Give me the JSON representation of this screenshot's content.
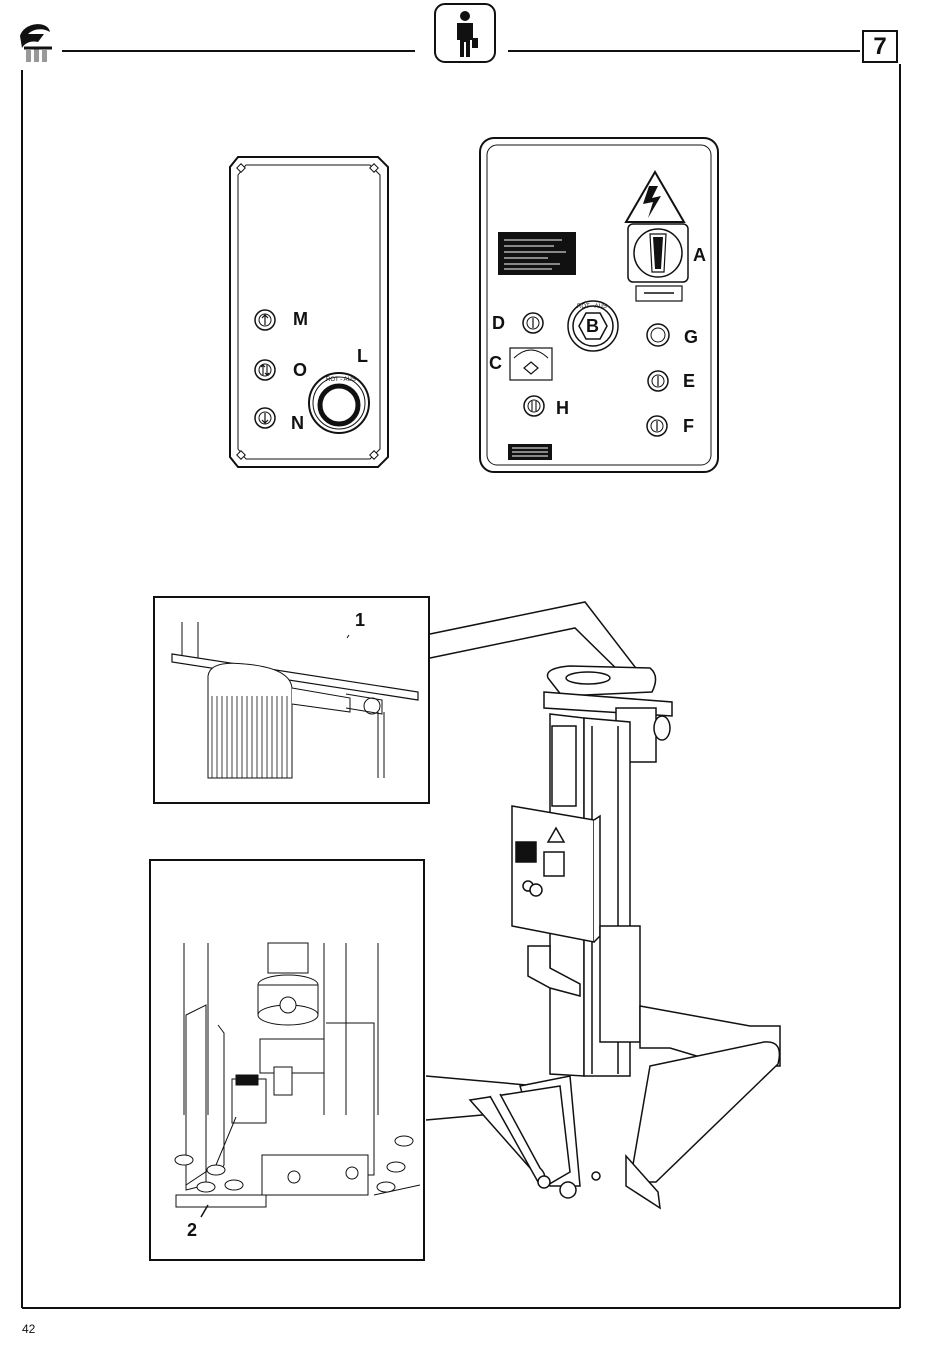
{
  "header": {
    "section_number": "7",
    "logo_icon": "brand-logo-icon",
    "operator_icon": "operator-person-icon"
  },
  "panel_small": {
    "labels": {
      "M": "M",
      "O": "O",
      "N": "N",
      "L": "L"
    },
    "knob_ring_text": "ROT - AUS"
  },
  "panel_large": {
    "labels": {
      "A": "A",
      "B": "B",
      "C": "C",
      "D": "D",
      "E": "E",
      "F": "F",
      "G": "G",
      "H": "H"
    },
    "knob_ring_text": "ROT - AUS",
    "warning_icon": "high-voltage-warning-icon"
  },
  "callouts": {
    "one": "1",
    "two": "2"
  },
  "footer": {
    "page_number": "42"
  }
}
